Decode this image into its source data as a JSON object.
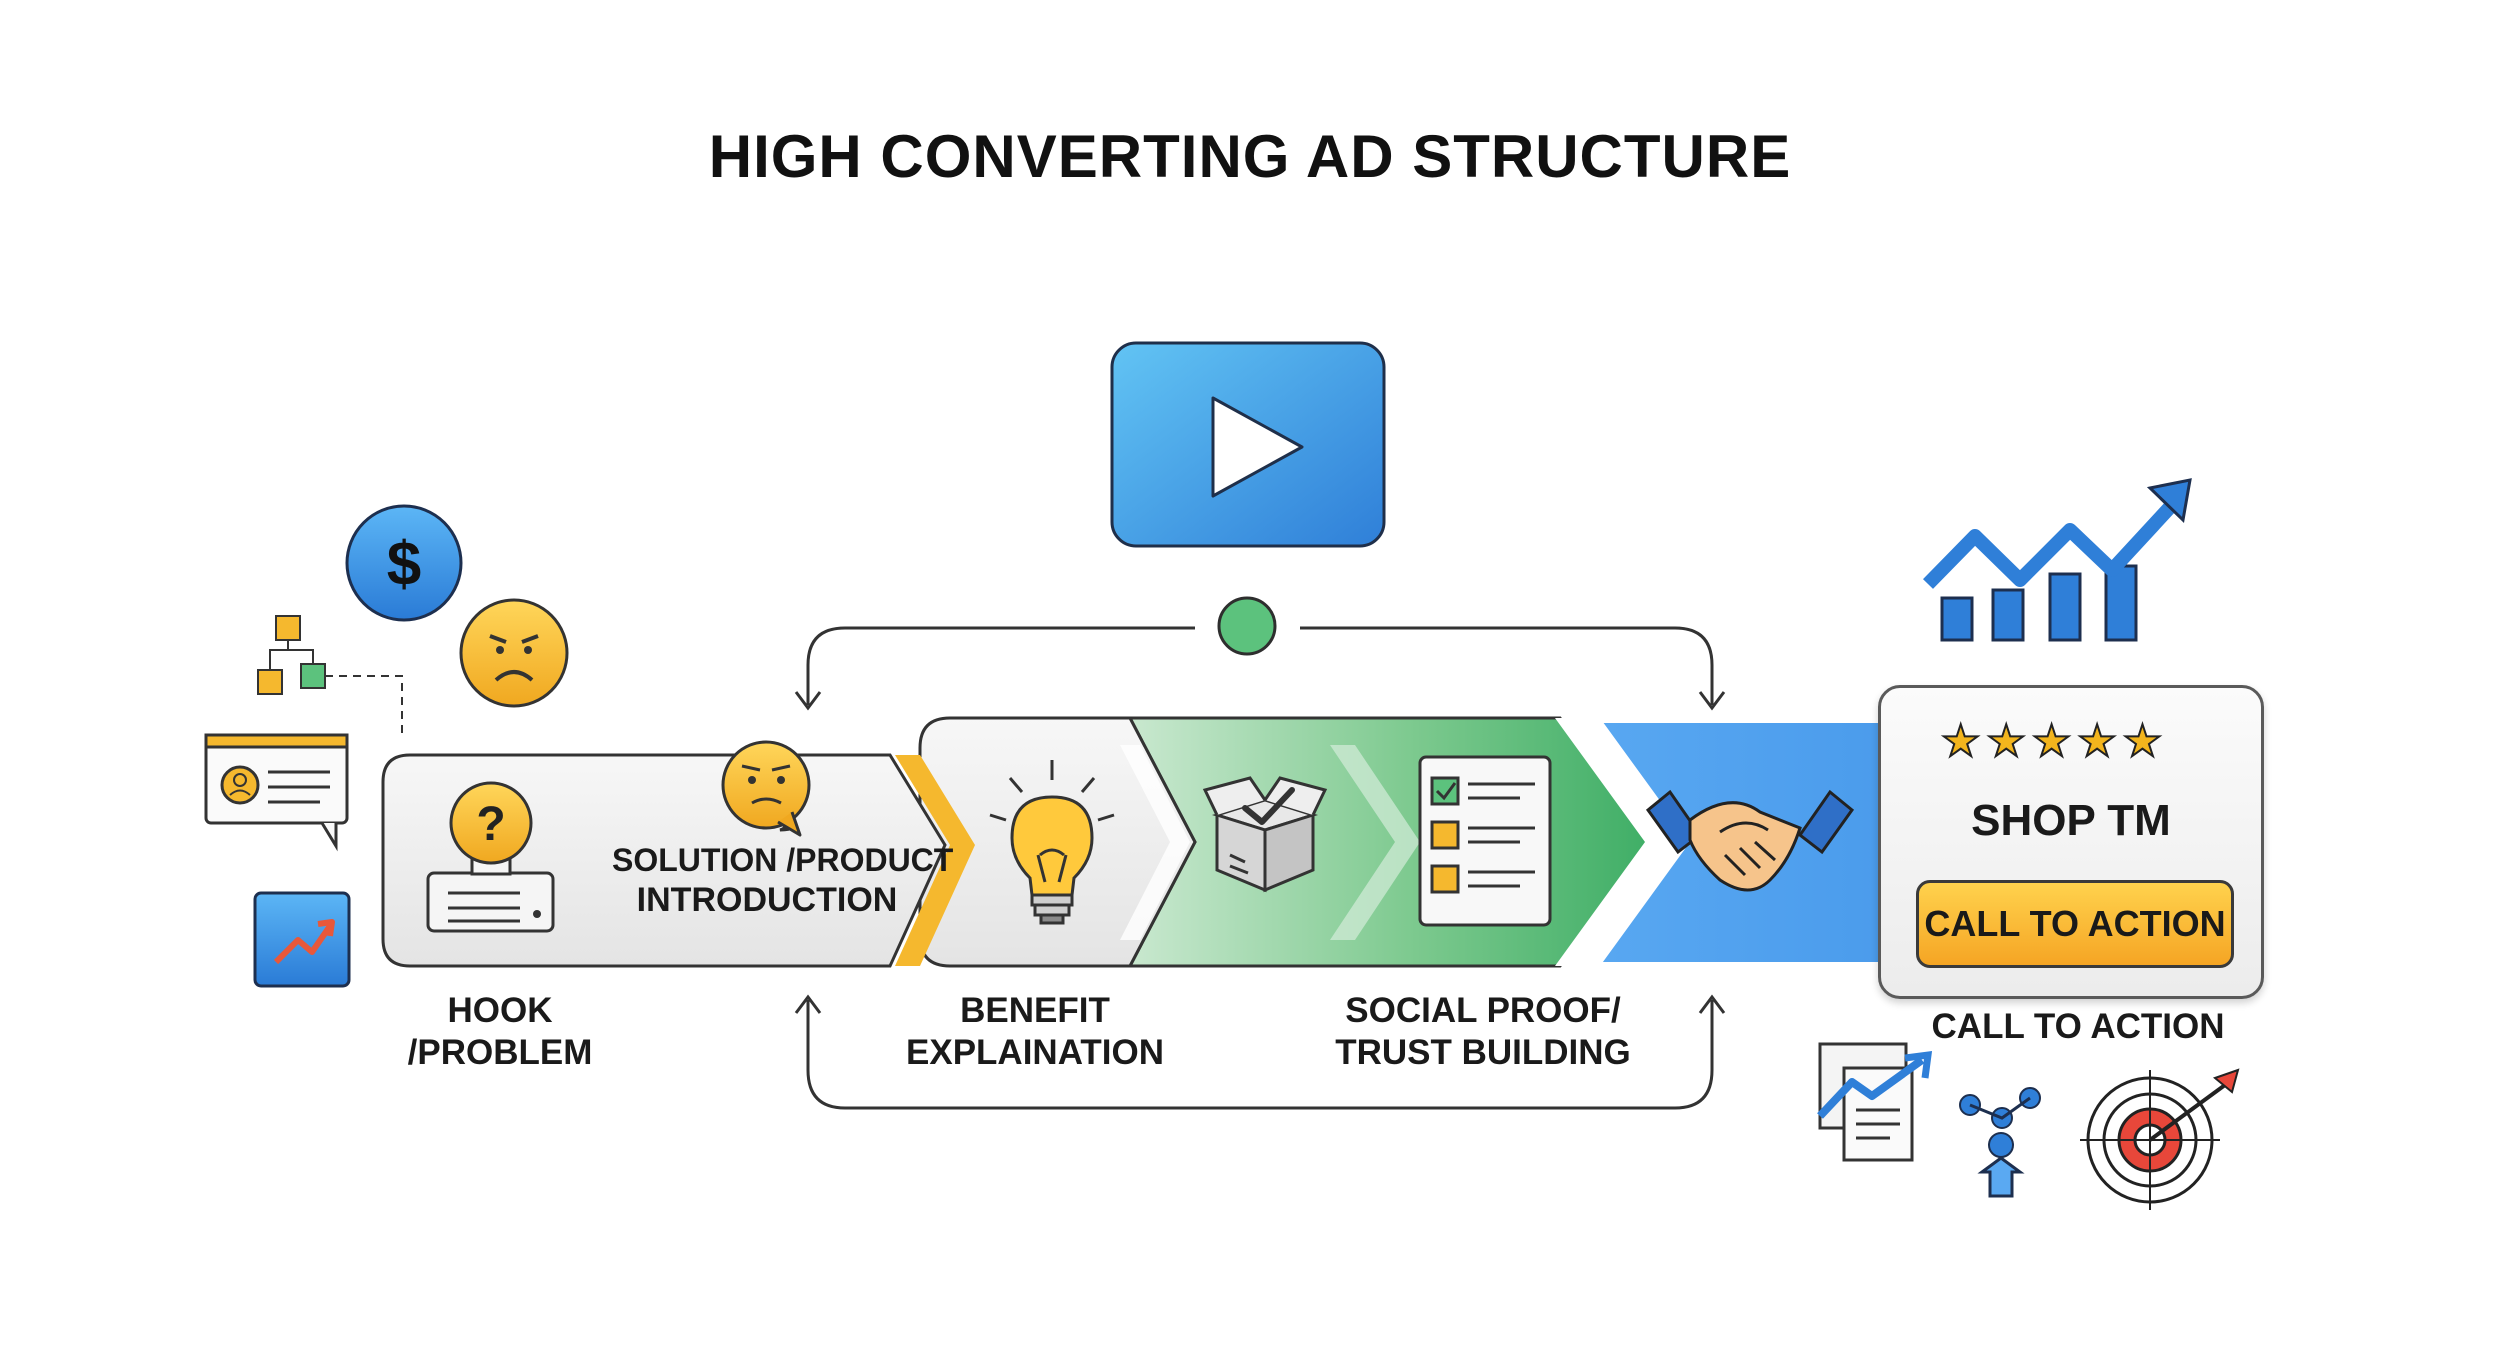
{
  "title": "HIGH CONVERTING AD STRUCTURE",
  "stages": [
    {
      "label_line1": "HOOK",
      "label_line2": "/PROBLEM"
    },
    {
      "label_line1": "SOLUTION /PRODUCT",
      "label_line2": "INTRODUCTION"
    },
    {
      "label_line1": "BENEFIT",
      "label_line2": "EXPLAINATION"
    },
    {
      "label_line1": "SOCIAL PROOF/",
      "label_line2": "TRUST BUILDING"
    },
    {
      "label": "CALL TO ACTION"
    }
  ],
  "cta_card": {
    "stars": "★★★★★",
    "heading": "SHOP TM",
    "button_label": "CALL TO ACTION"
  },
  "icons": [
    "dollar-coin-icon",
    "sad-face-icon",
    "flowchart-icon",
    "profile-chat-icon",
    "trend-up-icon",
    "play-video-icon",
    "question-icon",
    "confused-face-icon",
    "lightbulb-icon",
    "box-check-icon",
    "checklist-icon",
    "handshake-icon",
    "growth-chart-icon",
    "report-chart-icon",
    "network-person-icon",
    "target-icon"
  ],
  "colors": {
    "yellow": "#f5b82e",
    "green": "#3fae66",
    "blue": "#5aa9f2",
    "gray": "#e6e6e6",
    "accent_blue": "#2f7fd8"
  }
}
